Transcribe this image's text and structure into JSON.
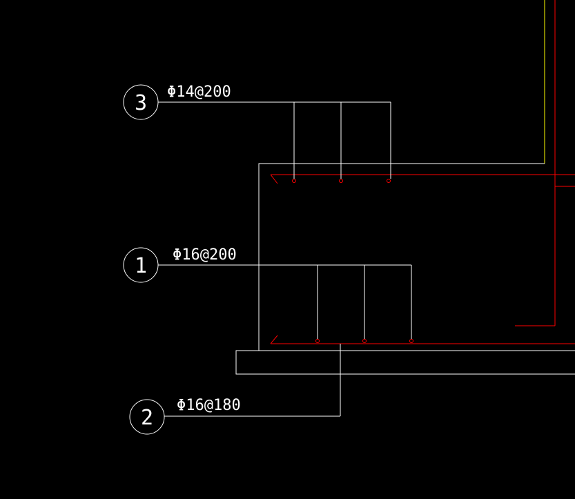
{
  "callouts": [
    {
      "id": "3",
      "number": "3",
      "spec": "Φ14@200"
    },
    {
      "id": "1",
      "number": "1",
      "spec": "Φ16@200"
    },
    {
      "id": "2",
      "number": "2",
      "spec": "Φ16@180"
    }
  ],
  "colors": {
    "background": "#000000",
    "outline": "#ffffff",
    "rebar": "#ff0000",
    "column_edge": "#ffff00"
  }
}
